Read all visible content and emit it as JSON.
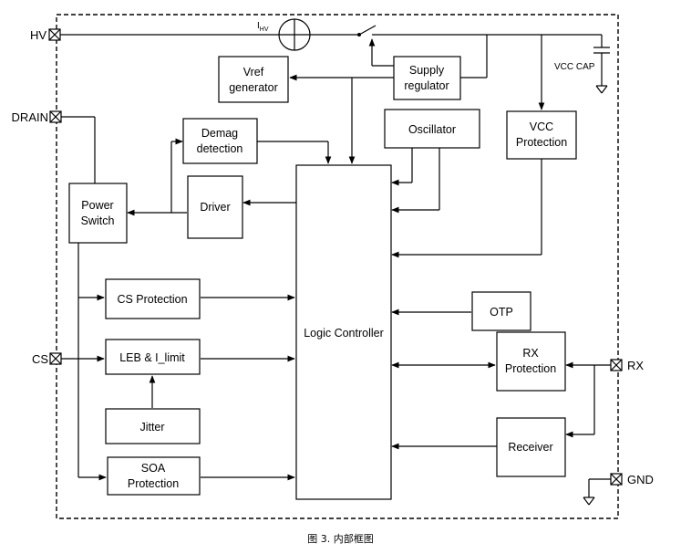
{
  "pins": {
    "hv": "HV",
    "drain": "DRAIN",
    "cs": "CS",
    "rx": "RX",
    "gnd": "GND"
  },
  "current_source": {
    "label_main": "I",
    "label_sub": "HV"
  },
  "vcc_cap": "VCC CAP",
  "blocks": {
    "vref": [
      "Vref",
      "generator"
    ],
    "supply": [
      "Supply",
      "regulator"
    ],
    "oscillator": [
      "Oscillator"
    ],
    "vcc_protection": [
      "VCC",
      "Protection"
    ],
    "demag": [
      "Demag",
      "detection"
    ],
    "power_switch": [
      "Power",
      "Switch"
    ],
    "driver": [
      "Driver"
    ],
    "logic": [
      "Logic Controller"
    ],
    "cs_protection": [
      "CS Protection"
    ],
    "otp": [
      "OTP"
    ],
    "leb": [
      "LEB & I_limit"
    ],
    "rx_protection": [
      "RX",
      "Protection"
    ],
    "jitter": [
      "Jitter"
    ],
    "receiver": [
      "Receiver"
    ],
    "soa": [
      "SOA",
      "Protection"
    ]
  },
  "caption": "图 3. 内部框图"
}
